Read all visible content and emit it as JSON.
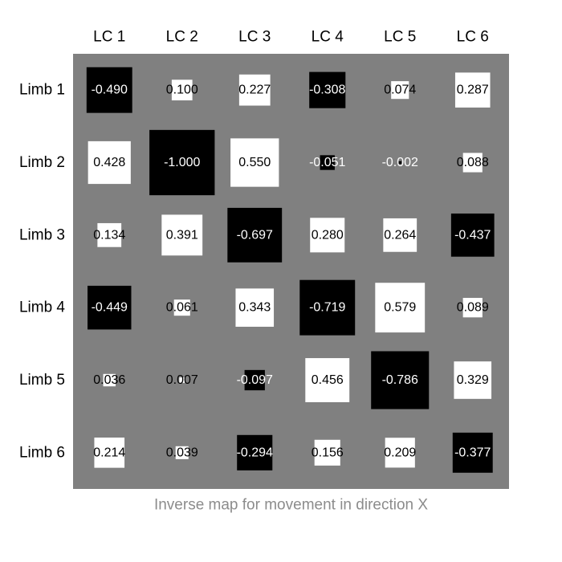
{
  "chart_data": {
    "type": "heatmap",
    "columns": [
      "LC 1",
      "LC 2",
      "LC 3",
      "LC 4",
      "LC 5",
      "LC 6"
    ],
    "rows": [
      "Limb 1",
      "Limb 2",
      "Limb 3",
      "Limb 4",
      "Limb 5",
      "Limb 6"
    ],
    "values": [
      [
        -0.49,
        0.1,
        0.227,
        -0.308,
        0.074,
        0.287
      ],
      [
        0.428,
        -1.0,
        0.55,
        -0.051,
        -0.002,
        0.088
      ],
      [
        0.134,
        0.391,
        -0.697,
        0.28,
        0.264,
        -0.437
      ],
      [
        -0.449,
        0.061,
        0.343,
        -0.719,
        0.579,
        0.089
      ],
      [
        0.036,
        0.007,
        -0.097,
        0.456,
        -0.786,
        0.329
      ],
      [
        0.214,
        0.039,
        -0.294,
        0.156,
        0.209,
        -0.377
      ]
    ],
    "labels": [
      [
        "-0.490",
        "0.100",
        "0.227",
        "-0.308",
        "0.074",
        "0.287"
      ],
      [
        "0.428",
        "-1.000",
        "0.550",
        "-0.051",
        "-0.002",
        "0.088"
      ],
      [
        "0.134",
        "0.391",
        "-0.697",
        "0.280",
        "0.264",
        "-0.437"
      ],
      [
        "-0.449",
        "0.061",
        "0.343",
        "-0.719",
        "0.579",
        "0.089"
      ],
      [
        "0.036",
        "0.007",
        "-0.097",
        "0.456",
        "-0.786",
        "0.329"
      ],
      [
        "0.214",
        "0.039",
        "-0.294",
        "0.156",
        "0.209",
        "-0.377"
      ]
    ],
    "encoding": "Hinton diagram: square side proportional to sqrt(|value|); white squares = positive, black squares = negative",
    "caption": "Inverse map for movement in direction X",
    "colors": {
      "background": "#808080",
      "positive": "#ffffff",
      "negative": "#000000",
      "caption": "#8c8c8c"
    }
  }
}
